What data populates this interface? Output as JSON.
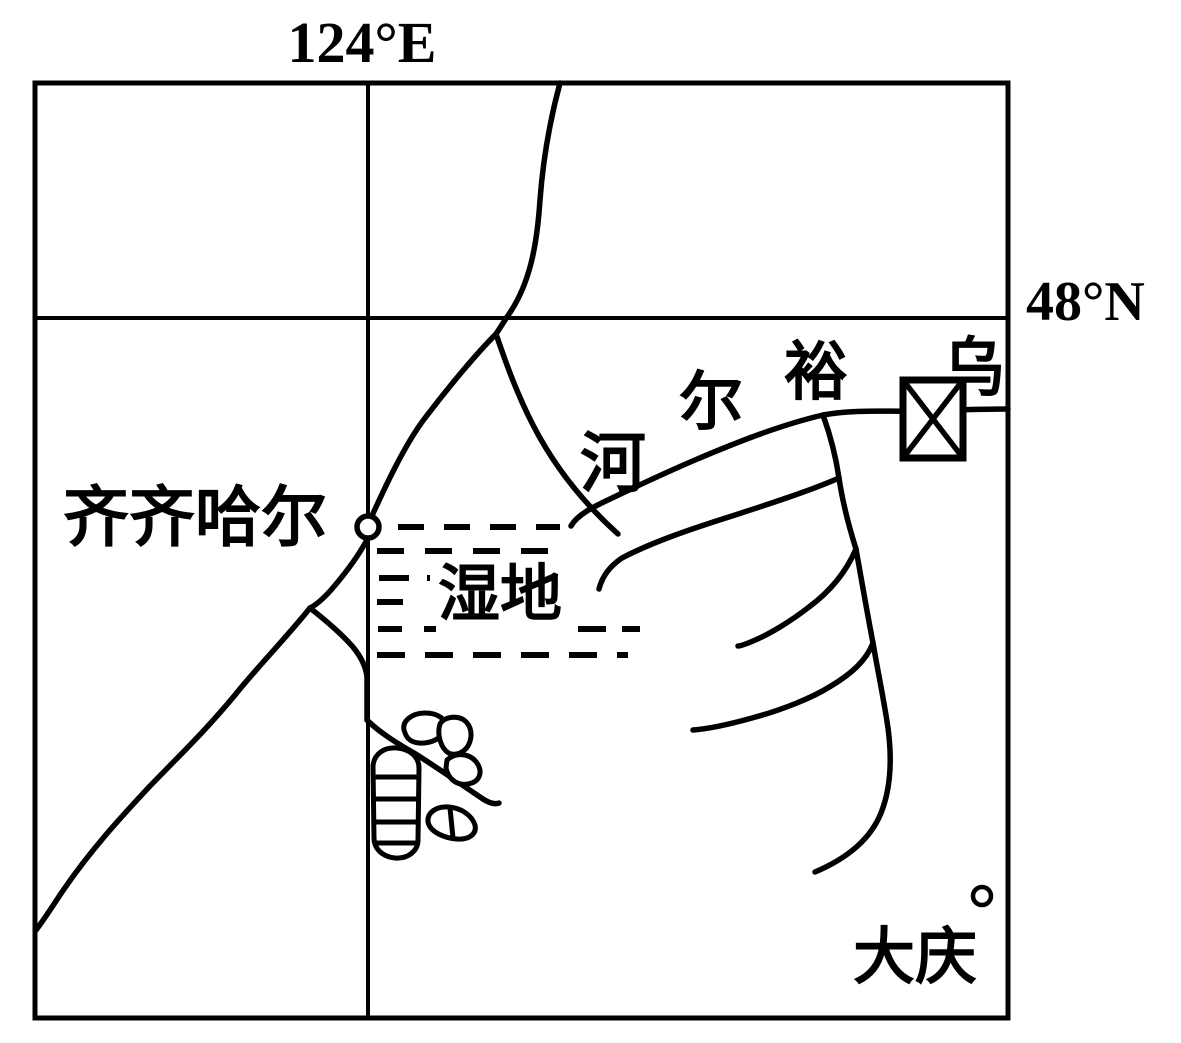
{
  "map": {
    "type": "hand-drawn regional sketch map",
    "graticule": {
      "meridian_label": "124°E",
      "parallel_label": "48°N"
    },
    "places": {
      "qiqihar": "齐齐哈尔",
      "daqing": "大庆",
      "wetland": "湿地"
    },
    "river_name_chars": {
      "char_he": "河",
      "char_er": "尔",
      "char_yu": "裕",
      "char_wu": "乌"
    },
    "symbols": {
      "reservoir_box": "crossed-square",
      "city_marker": "open-circle",
      "wetland_fill": "horizontal-dashes"
    },
    "colors": {
      "ink": "#000000",
      "paper": "#ffffff"
    }
  }
}
